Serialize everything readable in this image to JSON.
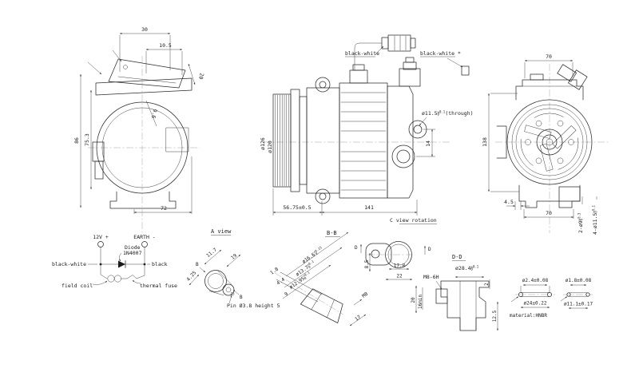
{
  "colors": {
    "line": "#2b2b2b",
    "background": "#ffffff"
  },
  "left_view": {
    "dim_width_top": "30",
    "dim_width_top2": "10.5",
    "dim_height_outer": "86",
    "dim_height_inner": "75.3",
    "dim_width_bottom": "72",
    "dim_snout": "20",
    "dim_offset": "9.6"
  },
  "middle_view": {
    "dia_pulley_outer": "ø126",
    "dia_pulley_inner": "ø120",
    "wire_label": "black-white",
    "wire_label_star": "black-white *",
    "hole": {
      "val": "ø11.5",
      "tol_up": "+0.1",
      "tol_dn": "0",
      "suffix": "(through)"
    },
    "dim_ear_spacing": "14",
    "dim_pulley_depth": "56.75±0.5",
    "dim_body_length": "141",
    "caption": "C view rotation"
  },
  "right_view": {
    "dim_top": "70",
    "dim_height": "138",
    "dim_foot": "4.5",
    "dim_bottom": "70",
    "holes_9": {
      "val": "2-ø9",
      "tol_up": "+0.3",
      "tol_dn": "0"
    },
    "holes_11_5": {
      "val": "4-ø11.5",
      "tol_up": "+0.1",
      "tol_dn": "0"
    }
  },
  "circuit": {
    "terminal_pos": "12V +",
    "terminal_neg": "EARTH -",
    "diode_line1": "Diode",
    "diode_line2": "1N4007",
    "wire_left": "black-white",
    "wire_right": "black",
    "coil_label": "field coil",
    "fuse_label": "thermal fuse"
  },
  "a_view": {
    "title": "A view",
    "dim_1": "11.7",
    "dim_2": "19",
    "dim_3": "4.25",
    "section_b1": "B",
    "section_b2": "B",
    "pin_note": "Pin Ø3.8 height 5"
  },
  "bb_section": {
    "title": "B-B",
    "dia_1": {
      "val": "ø16.6",
      "tol_up": "+0.15",
      "tol_dn": "0"
    },
    "dia_2": {
      "val": "ø13.7",
      "tol_up": "+0.1",
      "tol_dn": "0"
    },
    "dia_3": {
      "val": "ø12.95",
      "tol_up": "+0.1",
      "tol_dn": "0"
    },
    "dim_1": "1.8",
    "dim_2": "4.4",
    "dim_3": "9",
    "thread": "M8",
    "dim_4": "17"
  },
  "c_view": {
    "dim_1": "8.5",
    "dim_2": "17.8",
    "dim_3": "22",
    "section_d1": "D",
    "section_d2": "D"
  },
  "dd_section": {
    "title": "D-D",
    "thread": "M8-6H",
    "dia": {
      "val": "ø28.4",
      "tol_up": "+0.1",
      "tol_dn": "0"
    },
    "dim_depth": "20",
    "dim_thread_min": "16min",
    "dim_step": "2",
    "dim_lower": "12.5"
  },
  "orings": {
    "large_cord": "ø2.4±0.08",
    "large_id": "ø24±0.22",
    "small_cord": "ø1.8±0.08",
    "small_id": "ø11.1±0.17",
    "material": "material:HNBR"
  }
}
